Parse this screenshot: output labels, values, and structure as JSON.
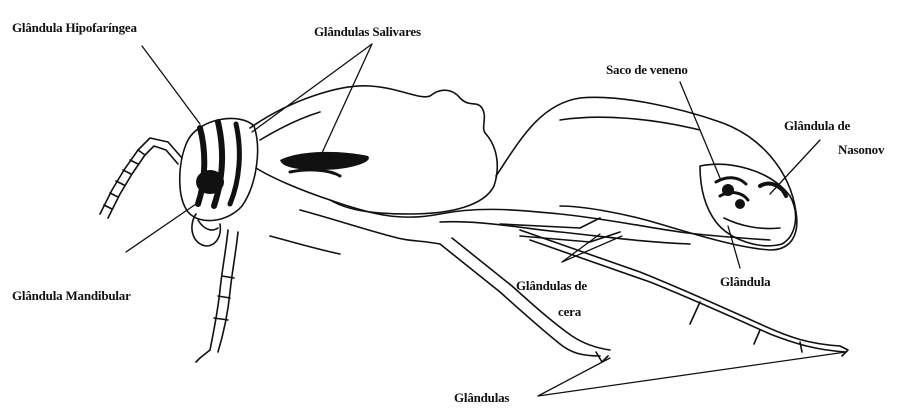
{
  "diagram": {
    "labels": {
      "hypopharyngeal": "Glândula Hipofaríngea",
      "salivary": "Glândulas Salivares",
      "venom_sac": "Saco de veneno",
      "nasonov_line1": "Glândula de",
      "nasonov_line2": "Nasonov",
      "mandibular": "Glândula Mandibular",
      "wax_line1": "Glândulas de",
      "wax_line2": "cera",
      "gland": "Glândula",
      "glands_bottom": "Glândulas"
    },
    "colors": {
      "ink": "#111111",
      "paper": "#ffffff"
    }
  }
}
